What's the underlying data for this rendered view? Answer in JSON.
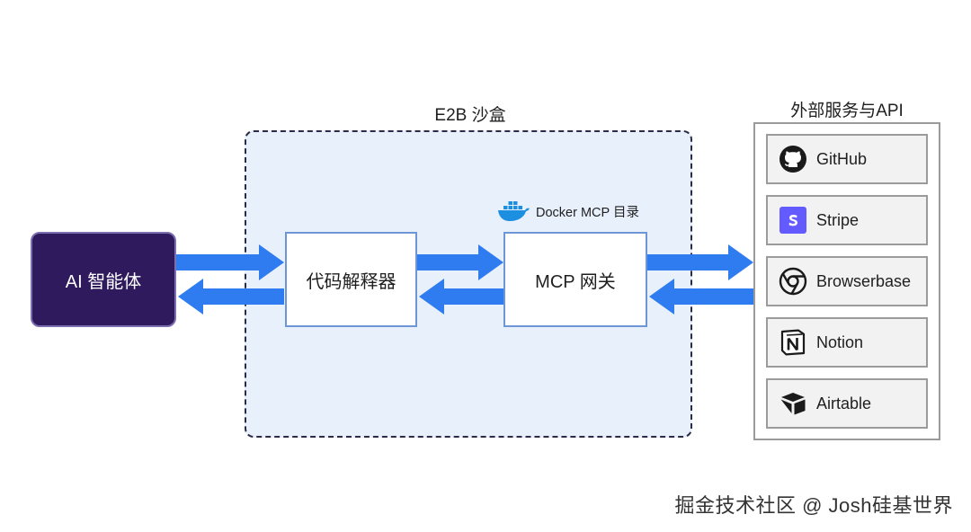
{
  "sandbox": {
    "title": "E2B 沙盒"
  },
  "agent": {
    "label": "AI 智能体"
  },
  "interpreter": {
    "label": "代码解释器"
  },
  "gateway": {
    "label": "MCP 网关",
    "catalog_label": "Docker MCP 目录"
  },
  "external": {
    "title": "外部服务与API",
    "services": [
      {
        "label": "GitHub",
        "icon": "github-icon"
      },
      {
        "label": "Stripe",
        "icon": "stripe-icon"
      },
      {
        "label": "Browserbase",
        "icon": "browserbase-icon"
      },
      {
        "label": "Notion",
        "icon": "notion-icon"
      },
      {
        "label": "Airtable",
        "icon": "airtable-icon"
      }
    ]
  },
  "watermark": "掘金技术社区 @ Josh硅基世界",
  "colors": {
    "arrow": "#2f7cf0",
    "agent_bg": "#2e1a5c",
    "sandbox_bg": "#e8f0fc",
    "stripe": "#635bff"
  }
}
